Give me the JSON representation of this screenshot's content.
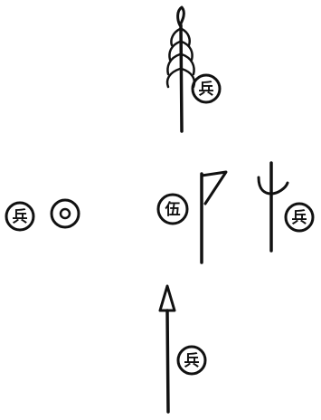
{
  "diagram": {
    "title": "",
    "units": [
      {
        "id": "north",
        "weapon": "spear-with-tufts",
        "marker_char": "兵"
      },
      {
        "id": "center",
        "weapon": "flag",
        "marker_char": "伍"
      },
      {
        "id": "east",
        "weapon": "forked-halberd",
        "marker_char": "兵"
      },
      {
        "id": "west",
        "weapon": "drum-circle",
        "marker_char": "兵"
      },
      {
        "id": "south",
        "weapon": "spear-point",
        "marker_char": "兵"
      }
    ],
    "ink_color": "#111111",
    "background_color": "#ffffff"
  }
}
